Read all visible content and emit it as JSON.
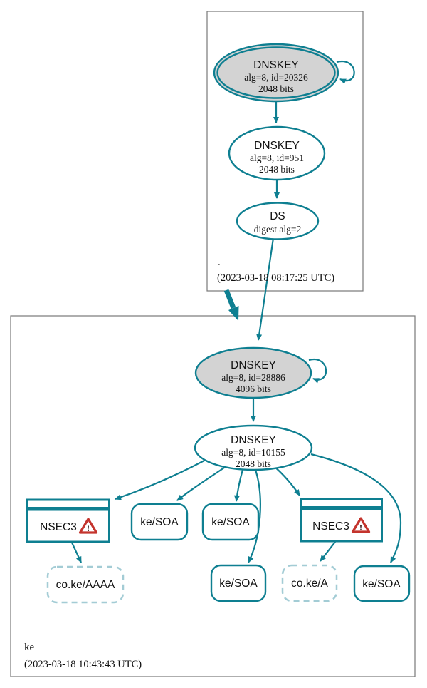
{
  "colors": {
    "edge": "#0e7f91",
    "node_stroke": "#0e7f91",
    "ksk_fill": "#d3d3d3",
    "node_fill": "#ffffff",
    "box_border": "#787878",
    "insecure_border": "#a3ccd5",
    "warning_border": "#c4342d",
    "warning_fill": "#ffffff"
  },
  "zones": {
    "root": {
      "name": ".",
      "timestamp": "(2023-03-18 08:17:25 UTC)"
    },
    "ke": {
      "name": "ke",
      "timestamp": "(2023-03-18 10:43:43 UTC)"
    }
  },
  "nodes": {
    "root_ksk": {
      "title": "DNSKEY",
      "line1": "alg=8, id=20326",
      "line2": "2048 bits"
    },
    "root_zsk": {
      "title": "DNSKEY",
      "line1": "alg=8, id=951",
      "line2": "2048 bits"
    },
    "root_ds": {
      "title": "DS",
      "line1": "digest alg=2"
    },
    "ke_ksk": {
      "title": "DNSKEY",
      "line1": "alg=8, id=28886",
      "line2": "4096 bits"
    },
    "ke_zsk": {
      "title": "DNSKEY",
      "line1": "alg=8, id=10155",
      "line2": "2048 bits"
    },
    "nsec3_left": {
      "label": "NSEC3"
    },
    "nsec3_right": {
      "label": "NSEC3"
    },
    "soa_1": {
      "label": "ke/SOA"
    },
    "soa_2": {
      "label": "ke/SOA"
    },
    "soa_3": {
      "label": "ke/SOA"
    },
    "soa_4": {
      "label": "ke/SOA"
    },
    "coke_aaaa": {
      "label": "co.ke/AAAA"
    },
    "coke_a": {
      "label": "co.ke/A"
    }
  },
  "icons": {
    "warning_glyph": "!"
  }
}
